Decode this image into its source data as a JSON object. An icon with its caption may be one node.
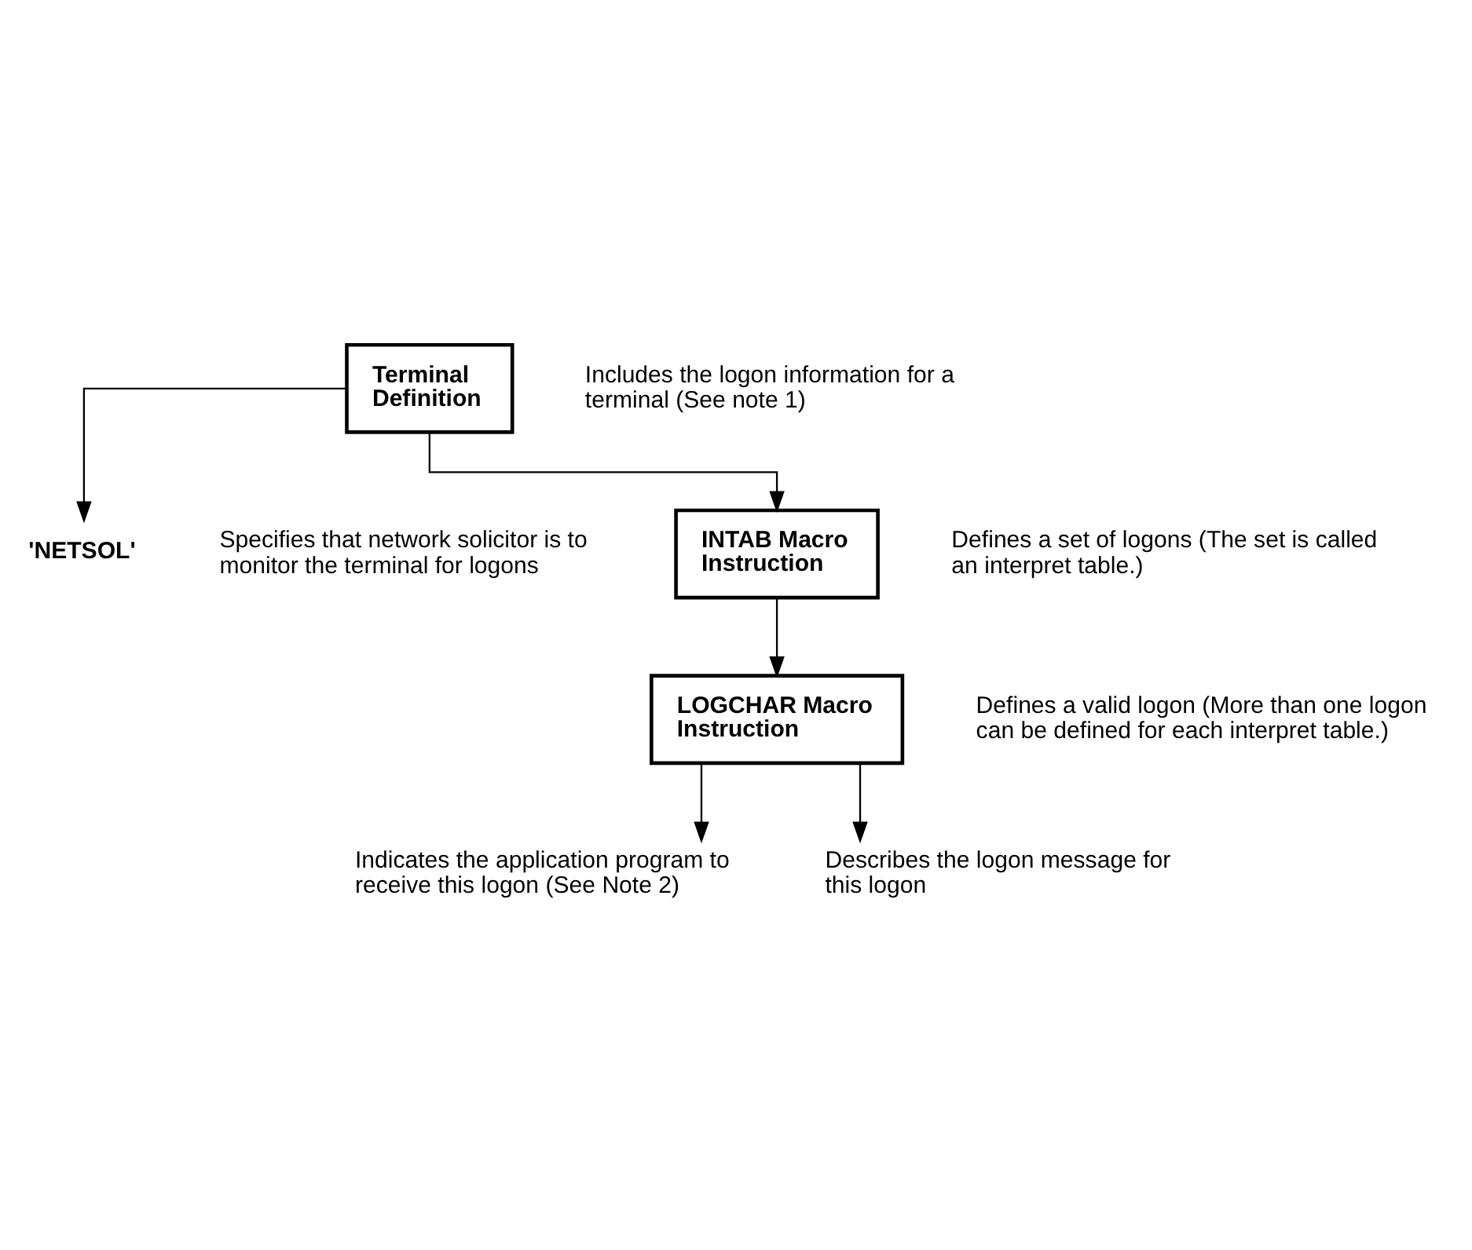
{
  "diagram": {
    "nodes": [
      {
        "text": [
          "Terminal Definition"
        ],
        "beside": [
          "Includes the logon information for a terminal (See note 1)"
        ]
      },
      {
        "text": [
          "'NETSOL'"
        ],
        "beside": [
          "Specifies that network solicitor is to monitor the terminal for logons"
        ]
      },
      {
        "text": [
          "INTAB Macro Instruction"
        ],
        "beside": [
          "Defines a set of logons (The set is called an interpret table.)"
        ]
      },
      {
        "text": [
          "LOGCHAR Macro Instruction"
        ],
        "beside": [
          "Defines a valid logon (More than one logon can be defined for each interpret table.)"
        ]
      },
      {
        "text": [
          "Indicates the application program to receive this logon (See Note 2)"
        ]
      },
      {
        "text": [
          "Describes the logon message for this logon"
        ]
      }
    ],
    "edges": [
      {
        "from": 0,
        "to": 1,
        "arrow": "to"
      },
      {
        "from": 0,
        "to": 2,
        "arrow": "to"
      },
      {
        "from": 2,
        "to": 3,
        "arrow": "to"
      },
      {
        "from": 3,
        "to": 4,
        "arrow": "to"
      },
      {
        "from": 3,
        "to": 5,
        "arrow": "to"
      }
    ]
  }
}
